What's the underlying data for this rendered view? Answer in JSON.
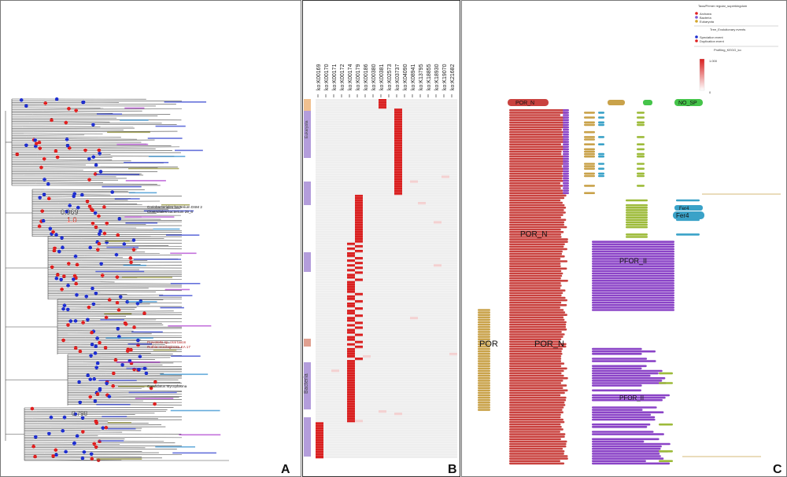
{
  "panels": {
    "a_label": "A",
    "b_label": "B",
    "c_label": "C"
  },
  "tree": {
    "bootstrap_labels": [
      {
        "value": "0.969",
        "color": "#555555"
      },
      {
        "value": "1.0",
        "color": "#e8463a"
      },
      {
        "value": "0.798",
        "color": "#555555"
      }
    ],
    "highlighted_taxa": [
      {
        "text": "Coriobacteriales bacterium DSM 2",
        "color": "#111111"
      },
      {
        "text": "Clostridiales bacterium 29_6",
        "color": "#111111"
      },
      {
        "text": "Prevotella sp. oral taxon",
        "color": "#b22222"
      },
      {
        "text": "Rothia mucilaginosa KA 17",
        "color": "#b22222"
      },
      {
        "text": "Candidatus Mycoplasma",
        "color": "#111111"
      }
    ],
    "colors": {
      "speciation": "#1f2fd0",
      "duplication": "#e02020",
      "archaea": "#00aadd",
      "eukaryota": "#cc44cc"
    }
  },
  "heatmap": {
    "columns": [
      "ko:K00169",
      "ko:K00170",
      "ko:K00171",
      "ko:K00172",
      "ko:K00174",
      "ko:K00179",
      "ko:K00186",
      "ko:K00380",
      "ko:K00381",
      "ko:K02573",
      "ko:K03737",
      "ko:K04090",
      "ko:K08941",
      "ko:K13795",
      "ko:K18855",
      "ko:K18930",
      "ko:K19070",
      "ko:K21682"
    ],
    "side_label_bacteria": "Bacteria",
    "side_label_other": "Eukaryota",
    "colors": {
      "high": "#d91f1f",
      "low": "#f3d0d0",
      "empty": "#eeeeee"
    }
  },
  "legend": {
    "title_taxa": "Taxa/Primer regular_superkingdom",
    "taxa": [
      {
        "label": "Archaea",
        "color": "#e02020"
      },
      {
        "label": "Bacteria",
        "color": "#7b5bd6"
      },
      {
        "label": "Eukaryota",
        "color": "#d4a52a"
      }
    ],
    "title_events": "Tree_Evolutionary events",
    "events": [
      {
        "label": "Speciation event",
        "color": "#1f2fd0"
      },
      {
        "label": "Duplication event",
        "color": "#e02020"
      }
    ],
    "title_profile": "Profiling_KEGG_ko",
    "scale_max": "1.000",
    "scale_min": "0"
  },
  "domains": {
    "top_labels": [
      "POR_N",
      "NO_SP"
    ],
    "labels": [
      "POR_N",
      "PFOR_II",
      "POR",
      "Fer4",
      "Fer4"
    ],
    "colors": {
      "POR_N": "#c9423f",
      "PFOR_II": "#8b44c7",
      "POR": "#c9a24a",
      "Fer4": "#3aa2c8",
      "NO_SP": "#45c44a",
      "olive": "#9dbb3a"
    }
  }
}
